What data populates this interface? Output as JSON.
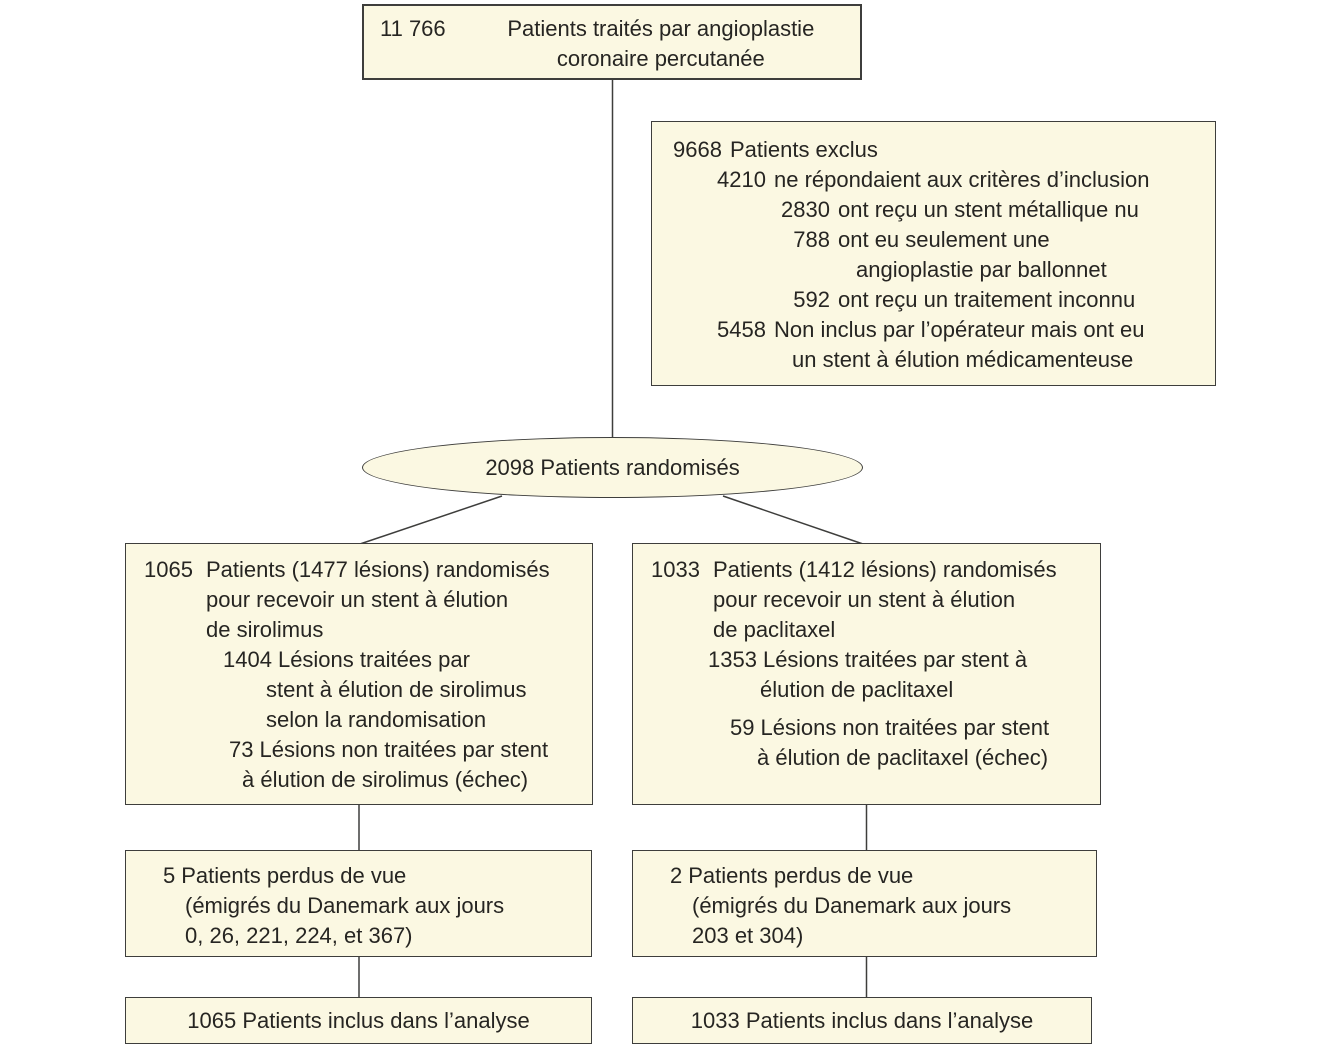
{
  "colors": {
    "page_bg": "#FFFFFF",
    "box_fill": "#FBF8E2",
    "box_border": "#3E3E3C",
    "text_color": "#262522",
    "connector": "#3E3E3C"
  },
  "top_box": {
    "number": "11 766",
    "lines": [
      "Patients traités par angioplastie",
      "coronaire percutanée"
    ]
  },
  "exclusion_box": {
    "total": {
      "num": "9668",
      "text": "Patients exclus"
    },
    "items": [
      {
        "num": "4210",
        "lines": [
          "ne répondaient aux critères d’inclusion"
        ]
      },
      {
        "num": "2830",
        "lines": [
          "ont reçu un stent métallique nu"
        ]
      },
      {
        "num": "788",
        "lines": [
          "ont eu seulement une",
          "angioplastie par ballonnet"
        ]
      },
      {
        "num": "592",
        "lines": [
          "ont reçu un traitement inconnu"
        ]
      },
      {
        "num": "5458",
        "lines": [
          "Non inclus par l’opérateur mais ont eu",
          "un stent à élution médicamenteuse"
        ]
      }
    ]
  },
  "randomized": {
    "label": "2098 Patients randomisés"
  },
  "sirolimus": {
    "randomized": {
      "num": "1065",
      "lines": [
        "Patients (1477 lésions) randomisés",
        "pour recevoir un stent à élution",
        "de sirolimus"
      ]
    },
    "treated": {
      "num": "1404",
      "lines": [
        "Lésions traitées par",
        "stent à élution de sirolimus",
        "selon la randomisation"
      ]
    },
    "failed": {
      "num": "73",
      "lines": [
        "Lésions non traitées par stent",
        "à élution de sirolimus (échec)"
      ]
    },
    "lost": {
      "num": "5",
      "lines": [
        "Patients perdus de vue",
        "(émigrés du Danemark aux jours",
        "0, 26, 221, 224, et 367)"
      ]
    },
    "analyzed": "1065 Patients inclus dans l’analyse"
  },
  "paclitaxel": {
    "randomized": {
      "num": "1033",
      "lines": [
        "Patients (1412 lésions) randomisés",
        "pour recevoir un stent à élution",
        "de paclitaxel"
      ]
    },
    "treated": {
      "num": "1353",
      "lines": [
        "Lésions traitées par stent à",
        "élution de paclitaxel"
      ]
    },
    "failed": {
      "num": "59",
      "lines": [
        "Lésions non traitées par stent",
        "à élution de paclitaxel (échec)"
      ]
    },
    "lost": {
      "num": "2",
      "lines": [
        "Patients perdus de vue",
        "(émigrés du Danemark aux jours",
        "203 et 304)"
      ]
    },
    "analyzed": "1033 Patients inclus dans l’analyse"
  }
}
